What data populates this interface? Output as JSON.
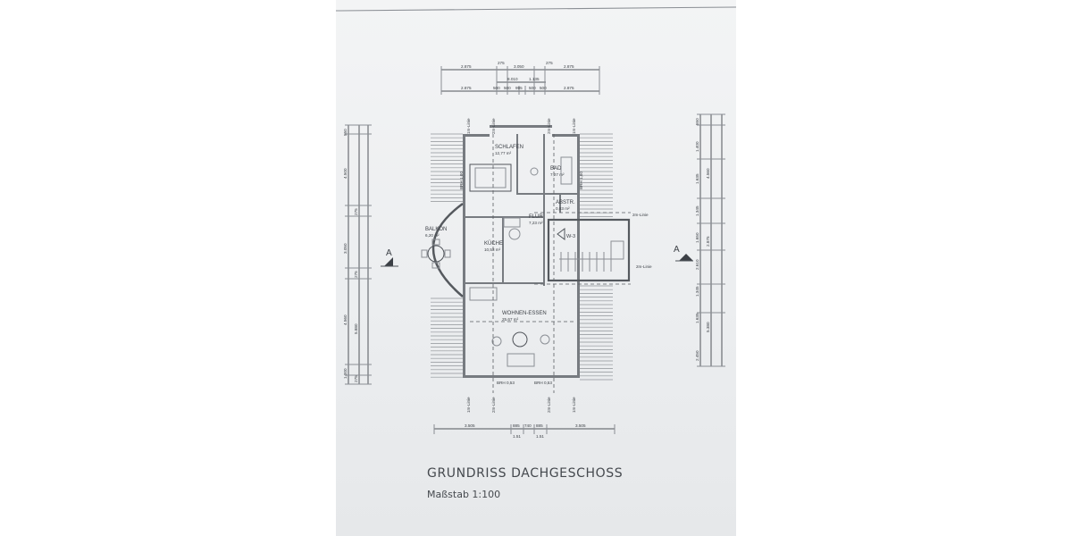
{
  "title": "GRUNDRISS DACHGESCHOSS",
  "scale": "Maßstab 1:100",
  "section_marker": "A",
  "stair_label": "W-3",
  "rooms": [
    {
      "name": "SCHLAFEN",
      "area": "12,77 m²"
    },
    {
      "name": "BAD",
      "area": "7,27 m²"
    },
    {
      "name": "ABSTR.",
      "area": "0,83 m²"
    },
    {
      "name": "FLUR",
      "area": "7,23 m²"
    },
    {
      "name": "BALKON",
      "area": "6,20 m²"
    },
    {
      "name": "KÜCHE",
      "area": "10,53 m²"
    },
    {
      "name": "WOHNEN-ESSEN",
      "area": "25,67 m²"
    }
  ],
  "line_labels": {
    "zm_linie": "2m-Linie",
    "one_m_linie": "1m-Linie"
  },
  "window_labels": {
    "brh_top": "BRH 1,00",
    "brh_bottom": "BRH 0,53"
  },
  "dimensions": {
    "top_row1": [
      "2.875",
      "275",
      "3.050",
      "275",
      "2.875"
    ],
    "top_row2": [
      "8.010",
      "1.135"
    ],
    "top_row3": [
      "2.875",
      "500",
      "500",
      "995",
      "500",
      "500",
      "2.875"
    ],
    "left": [
      "550",
      "4.500",
      "275",
      "3.050",
      "275",
      "4.560",
      "5.880",
      "1.000",
      "275"
    ],
    "right": [
      "550",
      "1.400",
      "1.635",
      "4.560",
      "1.345",
      "1.650",
      "2.875",
      "2.610",
      "1.345",
      "1.635",
      "5.380",
      "2.450"
    ],
    "bottom_row1": [
      "3.505",
      "885",
      "740",
      "885",
      "3.505"
    ],
    "bottom_row2": [
      "1.51",
      "1.51"
    ]
  }
}
